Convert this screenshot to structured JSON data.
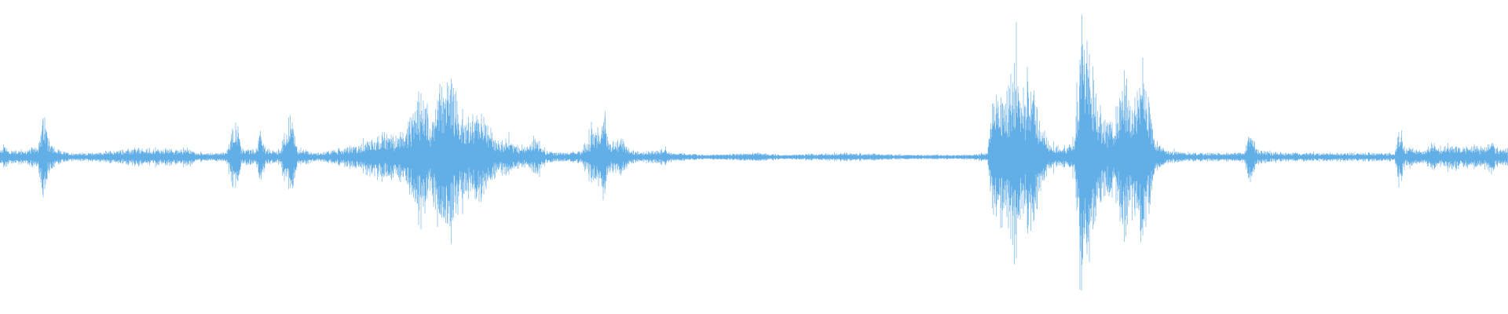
{
  "waveform": {
    "color": "#62aee6",
    "background": "#ffffff",
    "samples_per_second_hint": "n/a",
    "envelope": [
      [
        0,
        0.03
      ],
      [
        0.003,
        0.07
      ],
      [
        0.006,
        0.03
      ],
      [
        0.01,
        0.04
      ],
      [
        0.014,
        0.03
      ],
      [
        0.02,
        0.04
      ],
      [
        0.026,
        0.08
      ],
      [
        0.029,
        0.22
      ],
      [
        0.032,
        0.1
      ],
      [
        0.036,
        0.04
      ],
      [
        0.045,
        0.02
      ],
      [
        0.06,
        0.02
      ],
      [
        0.075,
        0.03
      ],
      [
        0.09,
        0.04
      ],
      [
        0.105,
        0.04
      ],
      [
        0.118,
        0.04
      ],
      [
        0.125,
        0.05
      ],
      [
        0.13,
        0.02
      ],
      [
        0.15,
        0.02
      ],
      [
        0.156,
        0.22
      ],
      [
        0.16,
        0.04
      ],
      [
        0.17,
        0.04
      ],
      [
        0.173,
        0.15
      ],
      [
        0.176,
        0.04
      ],
      [
        0.185,
        0.03
      ],
      [
        0.193,
        0.22
      ],
      [
        0.197,
        0.05
      ],
      [
        0.21,
        0.02
      ],
      [
        0.225,
        0.04
      ],
      [
        0.238,
        0.06
      ],
      [
        0.245,
        0.1
      ],
      [
        0.255,
        0.12
      ],
      [
        0.265,
        0.12
      ],
      [
        0.275,
        0.22
      ],
      [
        0.28,
        0.4
      ],
      [
        0.285,
        0.18
      ],
      [
        0.292,
        0.4
      ],
      [
        0.297,
        0.45
      ],
      [
        0.3,
        0.4
      ],
      [
        0.305,
        0.24
      ],
      [
        0.312,
        0.2
      ],
      [
        0.318,
        0.24
      ],
      [
        0.322,
        0.18
      ],
      [
        0.33,
        0.08
      ],
      [
        0.337,
        0.1
      ],
      [
        0.342,
        0.06
      ],
      [
        0.35,
        0.05
      ],
      [
        0.356,
        0.12
      ],
      [
        0.362,
        0.03
      ],
      [
        0.375,
        0.02
      ],
      [
        0.385,
        0.03
      ],
      [
        0.395,
        0.16
      ],
      [
        0.4,
        0.22
      ],
      [
        0.405,
        0.08
      ],
      [
        0.412,
        0.1
      ],
      [
        0.418,
        0.03
      ],
      [
        0.437,
        0.03
      ],
      [
        0.44,
        0.06
      ],
      [
        0.445,
        0.02
      ],
      [
        0.47,
        0.01
      ],
      [
        0.5,
        0.02
      ],
      [
        0.52,
        0.01
      ],
      [
        0.56,
        0.02
      ],
      [
        0.6,
        0.01
      ],
      [
        0.64,
        0.01
      ],
      [
        0.655,
        0.02
      ],
      [
        0.658,
        0.35
      ],
      [
        0.663,
        0.4
      ],
      [
        0.668,
        0.35
      ],
      [
        0.673,
        0.52
      ],
      [
        0.678,
        0.3
      ],
      [
        0.684,
        0.4
      ],
      [
        0.69,
        0.2
      ],
      [
        0.697,
        0.06
      ],
      [
        0.705,
        0.05
      ],
      [
        0.712,
        0.08
      ],
      [
        0.716,
        0.5
      ],
      [
        0.718,
        0.78
      ],
      [
        0.721,
        0.6
      ],
      [
        0.726,
        0.4
      ],
      [
        0.732,
        0.2
      ],
      [
        0.738,
        0.2
      ],
      [
        0.743,
        0.35
      ],
      [
        0.748,
        0.4
      ],
      [
        0.753,
        0.25
      ],
      [
        0.757,
        0.5
      ],
      [
        0.761,
        0.4
      ],
      [
        0.766,
        0.08
      ],
      [
        0.775,
        0.03
      ],
      [
        0.79,
        0.02
      ],
      [
        0.805,
        0.02
      ],
      [
        0.825,
        0.02
      ],
      [
        0.829,
        0.14
      ],
      [
        0.833,
        0.04
      ],
      [
        0.845,
        0.02
      ],
      [
        0.87,
        0.02
      ],
      [
        0.895,
        0.02
      ],
      [
        0.915,
        0.02
      ],
      [
        0.925,
        0.02
      ],
      [
        0.928,
        0.17
      ],
      [
        0.932,
        0.05
      ],
      [
        0.945,
        0.03
      ],
      [
        0.95,
        0.08
      ],
      [
        0.955,
        0.04
      ],
      [
        0.962,
        0.06
      ],
      [
        0.967,
        0.07
      ],
      [
        0.972,
        0.05
      ],
      [
        0.978,
        0.06
      ],
      [
        0.984,
        0.05
      ],
      [
        0.989,
        0.09
      ],
      [
        0.993,
        0.04
      ],
      [
        1.0,
        0.05
      ]
    ]
  }
}
